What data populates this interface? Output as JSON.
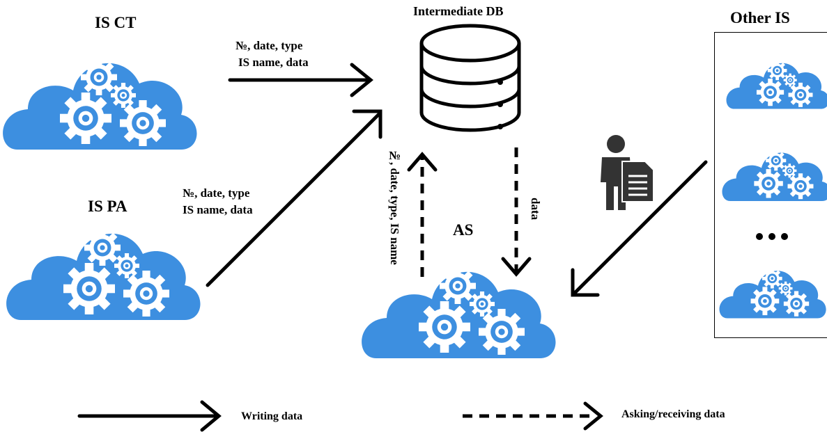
{
  "nodes": {
    "is_ct": "IS CT",
    "is_pa": "IS PA",
    "intermediate_db": "Intermediate DB",
    "as": "AS",
    "other_is": "Other IS",
    "ellipsis": "..."
  },
  "edges": {
    "ct_to_db_line1": "№, date, type",
    "ct_to_db_line2": "IS name, data",
    "pa_to_db_line1": "№, date, type",
    "pa_to_db_line2": "IS name, data",
    "as_to_db": "№, date, type, IS name",
    "db_to_as": "data"
  },
  "legend": {
    "solid": "Writing data",
    "dashed": "Asking/receiving data"
  },
  "colors": {
    "cloud": "#3d8fe0",
    "gear": "#ffffff",
    "db": "#000000"
  },
  "icons": [
    "cloud-gears-icon",
    "database-icon",
    "person-document-icon"
  ]
}
